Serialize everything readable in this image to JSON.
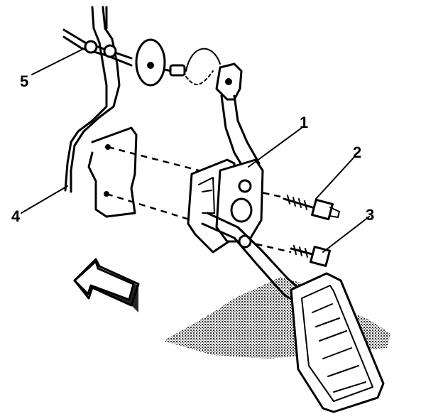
{
  "diagram": {
    "callouts": [
      {
        "id": "1",
        "label": "1"
      },
      {
        "id": "2",
        "label": "2"
      },
      {
        "id": "3",
        "label": "3"
      },
      {
        "id": "4",
        "label": "4"
      },
      {
        "id": "5",
        "label": "5"
      }
    ]
  },
  "colors": {
    "ink": "#000000",
    "paper": "#ffffff",
    "stipple": "#555555"
  },
  "icons": {
    "direction": "forward-arrow-icon"
  }
}
